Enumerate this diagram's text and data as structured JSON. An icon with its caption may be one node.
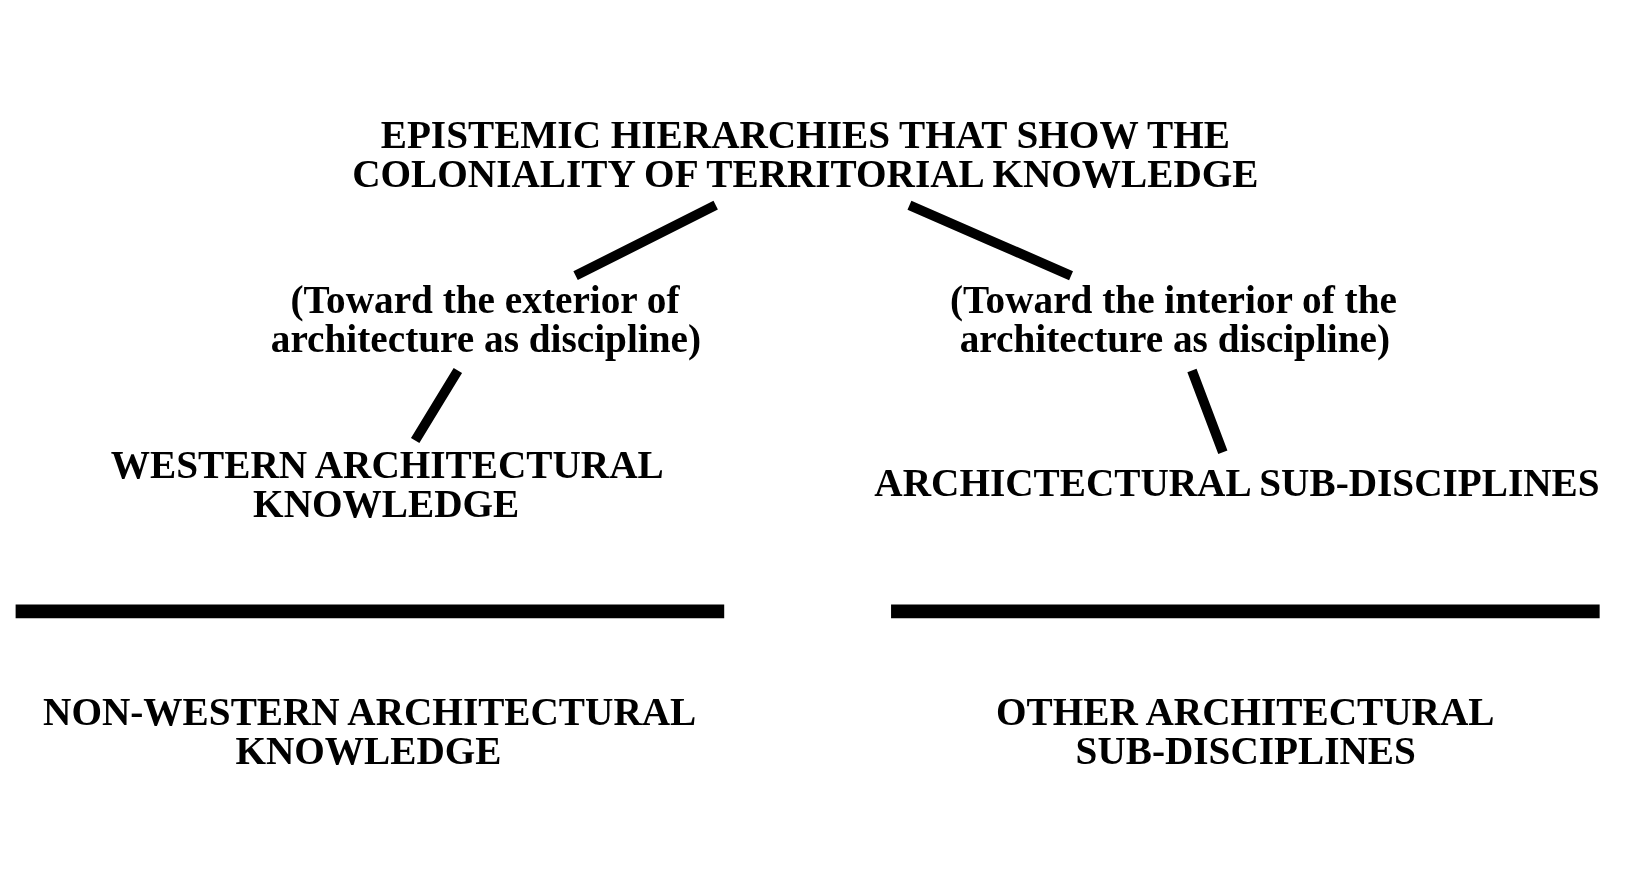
{
  "diagram": {
    "nodes": [
      {
        "text": [
          "EPISTEMIC HIERARCHIES THAT SHOW THE COLONIALITY OF TERRITORIAL KNOWLEDGE"
        ]
      },
      {
        "text": [
          "(Toward the exterior of architecture as discipline)"
        ]
      },
      {
        "text": [
          "(Toward the interior of the architecture as discipline)"
        ]
      },
      {
        "text": [
          "WESTERN ARCHITECTURAL KNOWLEDGE"
        ]
      },
      {
        "text": [
          "ARCHICTECTURAL SUB-DISCIPLINES"
        ]
      },
      {
        "text": [],
        "shape": "bar"
      },
      {
        "text": [],
        "shape": "bar"
      },
      {
        "text": [
          "NON-WESTERN ARCHITECTURAL KNOWLEDGE"
        ]
      },
      {
        "text": [
          "OTHER ARCHITECTURAL SUB-DISCIPLINES"
        ]
      }
    ],
    "edges": [
      {
        "from": 0,
        "to": 1,
        "arrow": "none"
      },
      {
        "from": 1,
        "to": 3,
        "arrow": "none"
      },
      {
        "from": 0,
        "to": 2,
        "arrow": "none"
      },
      {
        "from": 2,
        "to": 4,
        "arrow": "none"
      }
    ]
  }
}
